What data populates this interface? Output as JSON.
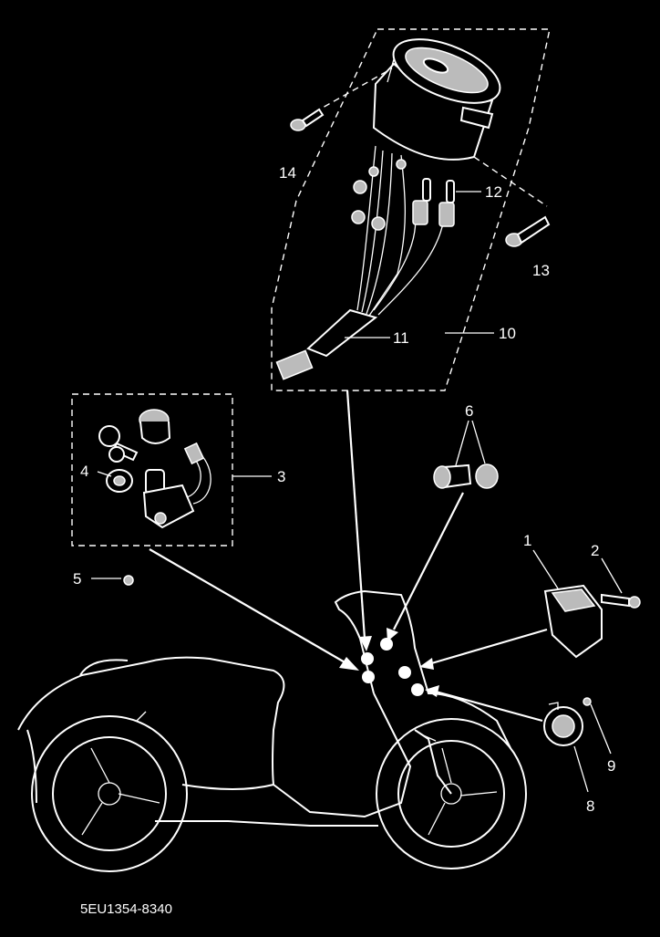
{
  "diagram": {
    "part_number_code": "5EU1354-8340",
    "callouts": [
      {
        "id": "c1",
        "label": "1"
      },
      {
        "id": "c2",
        "label": "2"
      },
      {
        "id": "c3",
        "label": "3"
      },
      {
        "id": "c4",
        "label": "4"
      },
      {
        "id": "c5",
        "label": "5"
      },
      {
        "id": "c6",
        "label": "6"
      },
      {
        "id": "c8",
        "label": "8"
      },
      {
        "id": "c9",
        "label": "9"
      },
      {
        "id": "c10",
        "label": "10"
      },
      {
        "id": "c11",
        "label": "11"
      },
      {
        "id": "c12",
        "label": "12"
      },
      {
        "id": "c13",
        "label": "13"
      },
      {
        "id": "c14",
        "label": "14"
      }
    ]
  }
}
